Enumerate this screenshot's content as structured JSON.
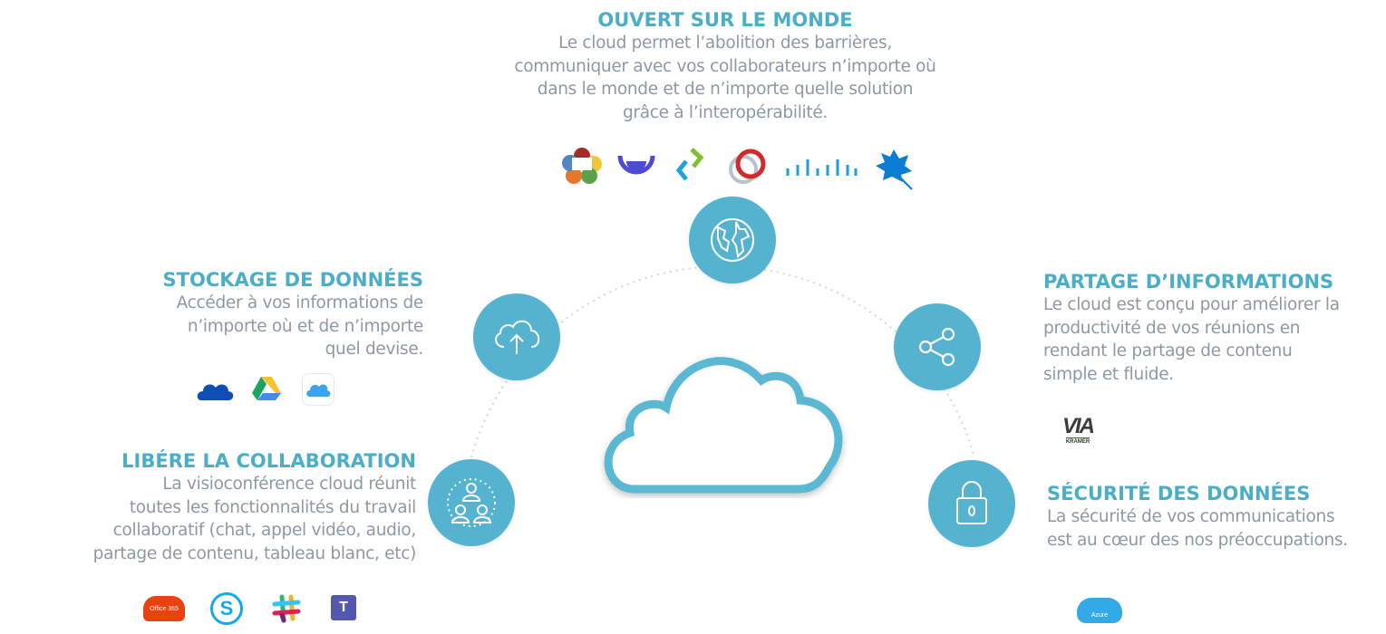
{
  "top": {
    "title": "OUVERT SUR LE MONDE",
    "text": "Le cloud permet l’abolition des barrières,\ncommuniquer avec vos collaborateurs n’importe où\ndans le monde et de n’importe quelle solution\ngrâce à l’interopérabilité.",
    "logos": [
      "webrtc-logo",
      "jitsi-logo",
      "zoho-logo",
      "webex-logo",
      "cisco-logo",
      "maple-leaf-logo"
    ]
  },
  "stockage": {
    "title": "STOCKAGE DE DONNÉES",
    "text": "Accéder à vos informations de\nn’importe où et de n’importe\nquel devise.",
    "logos": [
      "onedrive-logo",
      "google-drive-logo",
      "icloud-logo"
    ]
  },
  "partage": {
    "title": "PARTAGE D’INFORMATIONS",
    "text": "Le cloud est conçu pour améliorer la\nproductivité de vos réunions en\nrendant le partage de contenu\nsimple et fluide.",
    "logo_text": "VIA",
    "logo_sub": "KRAMER"
  },
  "collab": {
    "title": "LIBÉRE LA COLLABORATION",
    "text": "La visioconférence cloud réunit\ntoutes les fonctionnalités du travail\ncollaboratif (chat, appel vidéo, audio,\npartage de contenu, tableau blanc, etc)",
    "office_label": "Office 365",
    "skype_label": "S",
    "teams_label": "T"
  },
  "securite": {
    "title": "SÉCURITÉ DES DONNÉES",
    "text": "La sécurité de vos communications\nest au cœur des nos préoccupations.",
    "azure_label": "Azure"
  },
  "colors": {
    "accent": "#4aaec8",
    "circle": "#55b3cf",
    "text": "#8c98a5"
  }
}
